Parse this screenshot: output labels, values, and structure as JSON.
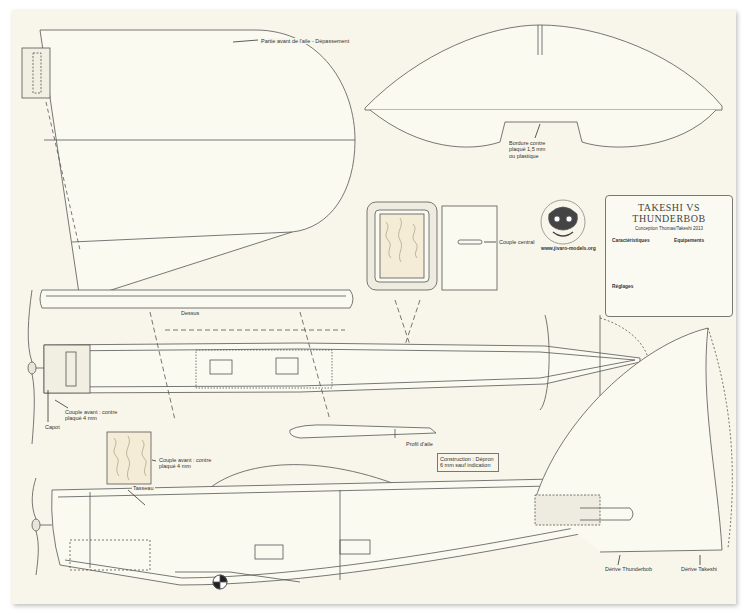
{
  "diagram": {
    "nodes": [
      {
        "text": [
          "TAKESHI VS THUNDERBOB",
          "Conception Thomas/Takeshi 2013",
          "Caractéristiques",
          "Equipements",
          "Réglages"
        ]
      }
    ],
    "labels": [
      "Partie avant de l'aile - Dépassement",
      "Bordure contre plaqué 1,5 mm ou plastique",
      "Couple central",
      "Dessus",
      "Capot",
      "Couple avant : contre plaqué 4 mm",
      "Profil d'aile",
      "Construction : Dépron 6 mm sauf indication",
      "Couple avant : contre plaqué 4 mm",
      "Tasseau",
      "Dérive Thunderbob",
      "Dérive Takeshi",
      "www.jivaro-models.org"
    ]
  }
}
